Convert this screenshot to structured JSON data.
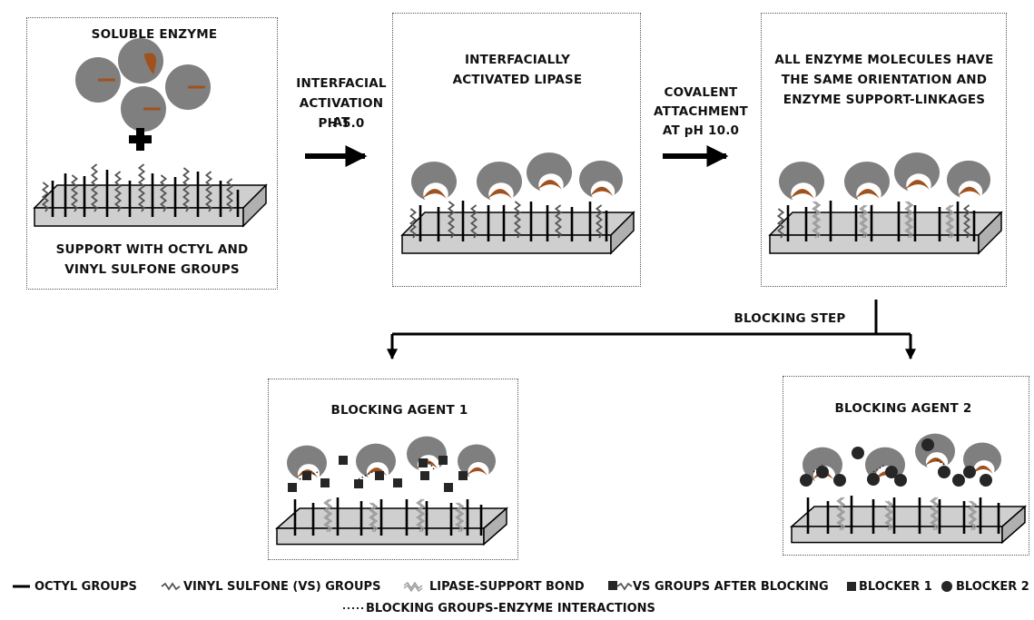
{
  "panels": {
    "soluble": {
      "title": "SOLUBLE ENZYME",
      "caption_line1": "SUPPORT WITH OCTYL AND",
      "caption_line2": "VINYL SULFONE GROUPS"
    },
    "activated": {
      "title_line1": "INTERFACIALLY",
      "title_line2": "ACTIVATED LIPASE"
    },
    "oriented": {
      "title_line1": "ALL ENZYME MOLECULES HAVE",
      "title_line2": "THE SAME ORIENTATION AND",
      "title_line3": "ENZYME SUPPORT-LINKAGES"
    },
    "blocking1": {
      "title": "BLOCKING AGENT 1"
    },
    "blocking2": {
      "title": "BLOCKING AGENT 2"
    }
  },
  "steps": {
    "step1_line1": "INTERFACIAL",
    "step1_line2": "ACTIVATION AT",
    "step1_line3": "PH 5.0",
    "step2_line1": "COVALENT",
    "step2_line2": "ATTACHMENT",
    "step2_line3": "AT pH 10.0",
    "blocking": "BLOCKING STEP"
  },
  "legend": {
    "octyl": "OCTYL GROUPS",
    "vs": "VINYL SULFONE (VS) GROUPS",
    "bond": "LIPASE-SUPPORT BOND",
    "vs_blocked": "VS GROUPS AFTER BLOCKING",
    "blocker1": "BLOCKER 1",
    "blocker2": "BLOCKER 2",
    "interactions": "BLOCKING GROUPS-ENZYME INTERACTIONS"
  },
  "colors": {
    "enzyme": "#7f7f7f",
    "active_site": "#a0521e",
    "support": "#cfcfcf",
    "octyl": "#000000",
    "vinyl_sulfone": "#555555",
    "bond": "#9a9a9a",
    "blocker": "#262626"
  }
}
